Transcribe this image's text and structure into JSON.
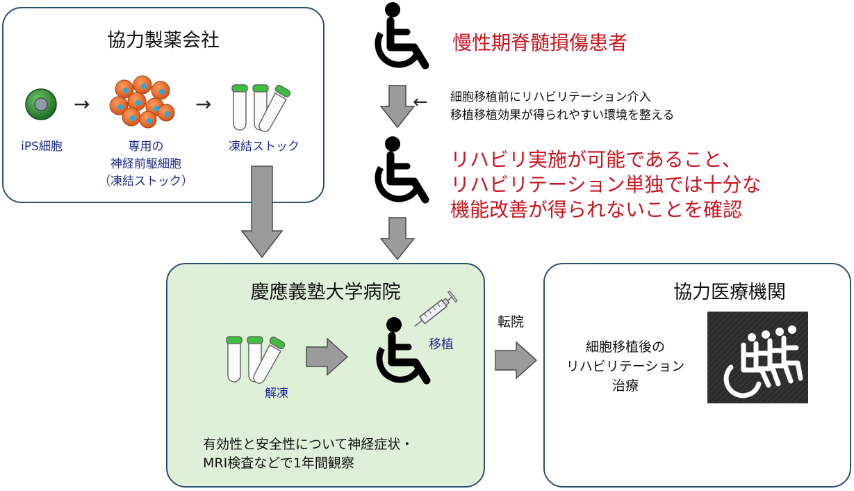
{
  "colors": {
    "box_border": "#2b4f73",
    "hospital_fill": "#dff0d8",
    "red_text": "#c8141e",
    "blue_text": "#1f2a8a",
    "arrow_gray": "#9b9b9b",
    "tube_green": "#3fbf3f"
  },
  "company": {
    "title": "協力製薬会社",
    "ips_label": "iPS細胞",
    "progenitor_label": [
      "専用の",
      "神経前駆細胞",
      "（凍結ストック）"
    ],
    "stock_label": "凍結ストック",
    "arrow_glyph": "→"
  },
  "patient": {
    "title": "慢性期脊髄損傷患者",
    "rehab_note": [
      "細胞移植前にリハビリテーション介入",
      "移植移植効果が得られやすい環境を整える"
    ],
    "note_arrow": "←",
    "confirm_text": [
      "リハビリ実施が可能であること、",
      "リハビリテーション単独では十分な",
      "機能改善が得られないことを確認"
    ],
    "icon": "wheelchair-icon"
  },
  "hospital": {
    "title": "慶應義塾大学病院",
    "thaw_label": "解凍",
    "transplant_label": "移植",
    "observation": [
      "有効性と安全性について神経症状・",
      "MRI検査などで1年間観察"
    ]
  },
  "transfer_label": "転院",
  "partner": {
    "title": "協力医療機関",
    "description": [
      "細胞移植後の",
      "リハビリテーション",
      "治療"
    ],
    "icon": "rehab-wheelchair-icon"
  }
}
